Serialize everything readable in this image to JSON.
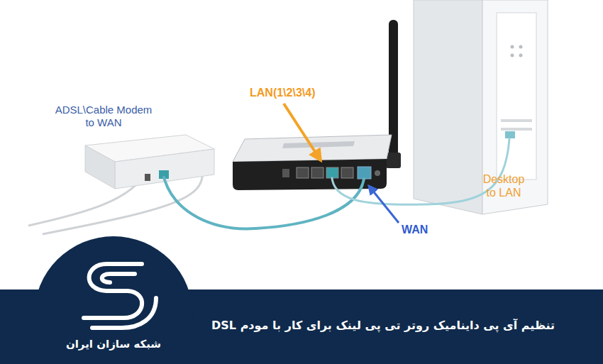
{
  "diagram": {
    "title": "تنظیم آی پی داینامیک روتر تی پی لینک برای کار با مودم DSL",
    "labels": [
      "ADSL\\Cable Modem to WAN",
      "LAN(1\\2\\3\\4)",
      "Desktop to LAN",
      "WAN",
      "شبکه سازان ایران"
    ]
  }
}
